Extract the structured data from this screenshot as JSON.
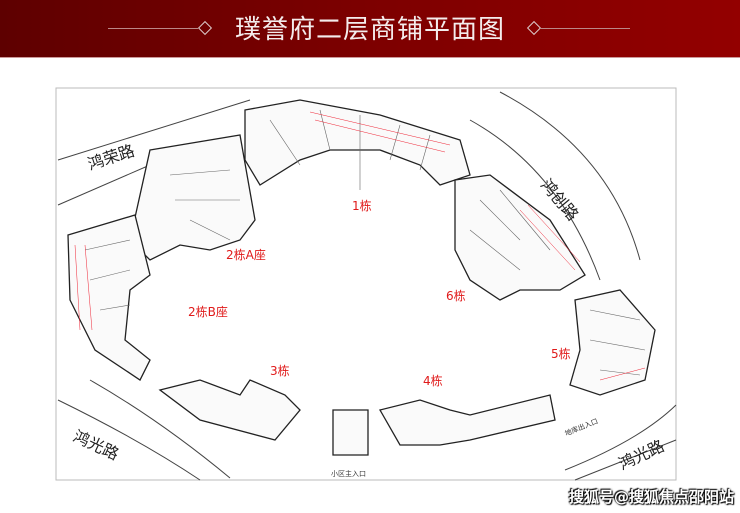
{
  "header": {
    "title": "璞誉府二层商铺平面图"
  },
  "buildings": [
    {
      "id": "b1",
      "label": "1栋"
    },
    {
      "id": "b2a",
      "label": "2栋A座"
    },
    {
      "id": "b2b",
      "label": "2栋B座"
    },
    {
      "id": "b3",
      "label": "3栋"
    },
    {
      "id": "b4",
      "label": "4栋"
    },
    {
      "id": "b5",
      "label": "5栋"
    },
    {
      "id": "b6",
      "label": "6栋"
    }
  ],
  "roads": {
    "north": "鸿荣路",
    "east": "鸿创路",
    "southwest": "鸿光路",
    "southeast": "鸿光路"
  },
  "entrances": {
    "main": "小区主入口",
    "garage": "地库出入口"
  },
  "watermark": "搜狐号@搜狐焦点邵阳站"
}
